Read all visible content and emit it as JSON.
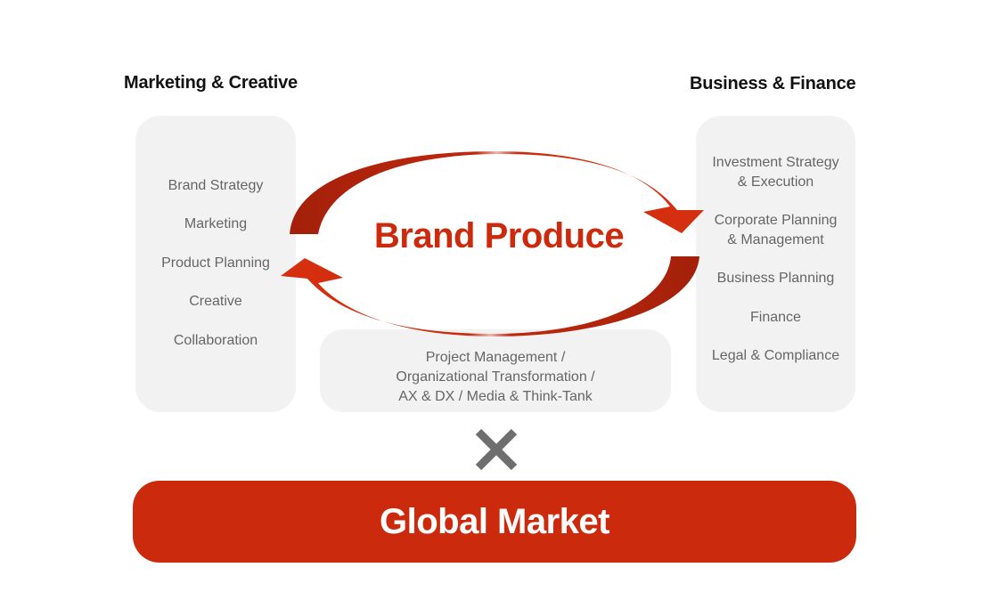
{
  "headings": {
    "left": "Marketing & Creative",
    "right": "Business & Finance"
  },
  "left_panel": {
    "items": [
      "Brand Strategy",
      "Marketing",
      "Product Planning",
      "Creative",
      "Collaboration"
    ]
  },
  "right_panel": {
    "items": [
      "Investment Strategy",
      "& Execution",
      "Corporate Planning",
      "& Management",
      "Business Planning",
      "Finance",
      "Legal & Compliance"
    ]
  },
  "center": {
    "title": "Brand Produce",
    "cycle_icon": "circular-arrows-icon"
  },
  "middle_panel": {
    "lines": [
      "Project Management /",
      "Organizational Transformation /",
      "AX & DX / Media & Think-Tank"
    ]
  },
  "operator": {
    "icon": "multiply-x-icon",
    "color": "#6e6e6e"
  },
  "bottom_bar": {
    "label": "Global Market"
  },
  "colors": {
    "accent": "#cc2a0c",
    "accent_dark": "#a3200a",
    "panel": "#f2f2f2",
    "panel_text": "#666666",
    "heading_text": "#111111"
  }
}
